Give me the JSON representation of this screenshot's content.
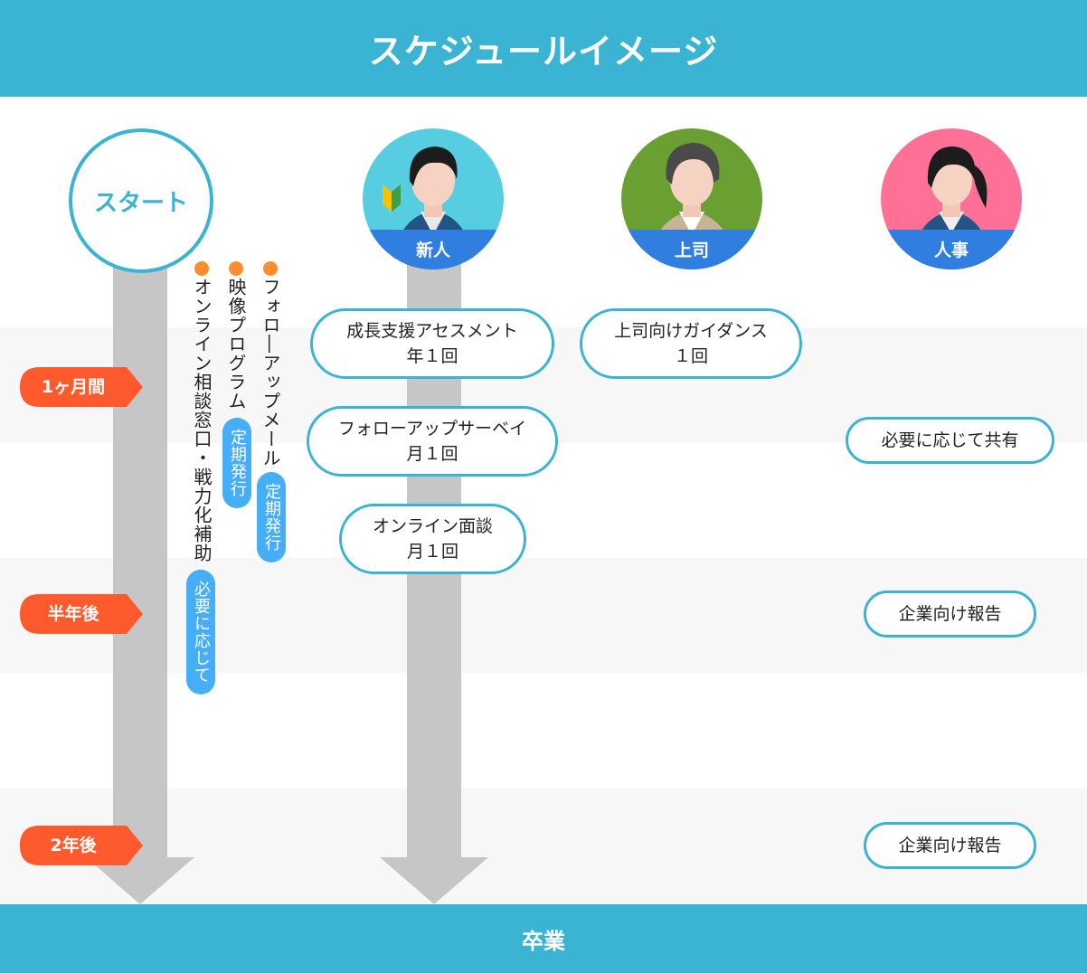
{
  "header": {
    "title": "スケジュールイメージ"
  },
  "footer": {
    "label": "卒業"
  },
  "start": {
    "label": "スタート"
  },
  "roles": [
    {
      "label": "新人"
    },
    {
      "label": "上司"
    },
    {
      "label": "人事"
    }
  ],
  "periods": [
    {
      "label": "1ヶ月間"
    },
    {
      "label": "半年後"
    },
    {
      "label": "2年後"
    }
  ],
  "programs": [
    {
      "name": "オンライン相談窓口・戦力化補助",
      "tag": "必要に応じて"
    },
    {
      "name": "映像プログラム",
      "tag": "定期発行"
    },
    {
      "name": "フォロ―アップメール",
      "tag": "定期発行"
    }
  ],
  "newcomer_items": [
    {
      "line1": "成長支援アセスメント",
      "line2": "年１回"
    },
    {
      "line1": "フォローアップサーベイ",
      "line2": "月１回"
    },
    {
      "line1": "オンライン面談",
      "line2": "月１回"
    }
  ],
  "boss_items": [
    {
      "line1": "上司向けガイダンス",
      "line2": "１回"
    }
  ],
  "hr_items": [
    {
      "label": "必要に応じて共有"
    },
    {
      "label": "企業向け報告"
    },
    {
      "label": "企業向け報告"
    }
  ],
  "colors": {
    "accent": "#3ab4d2",
    "period_arrow": "#ff5a2e",
    "bullet": "#ff8c2e",
    "tag": "#45aef6",
    "arrow": "#c6c6c6"
  }
}
